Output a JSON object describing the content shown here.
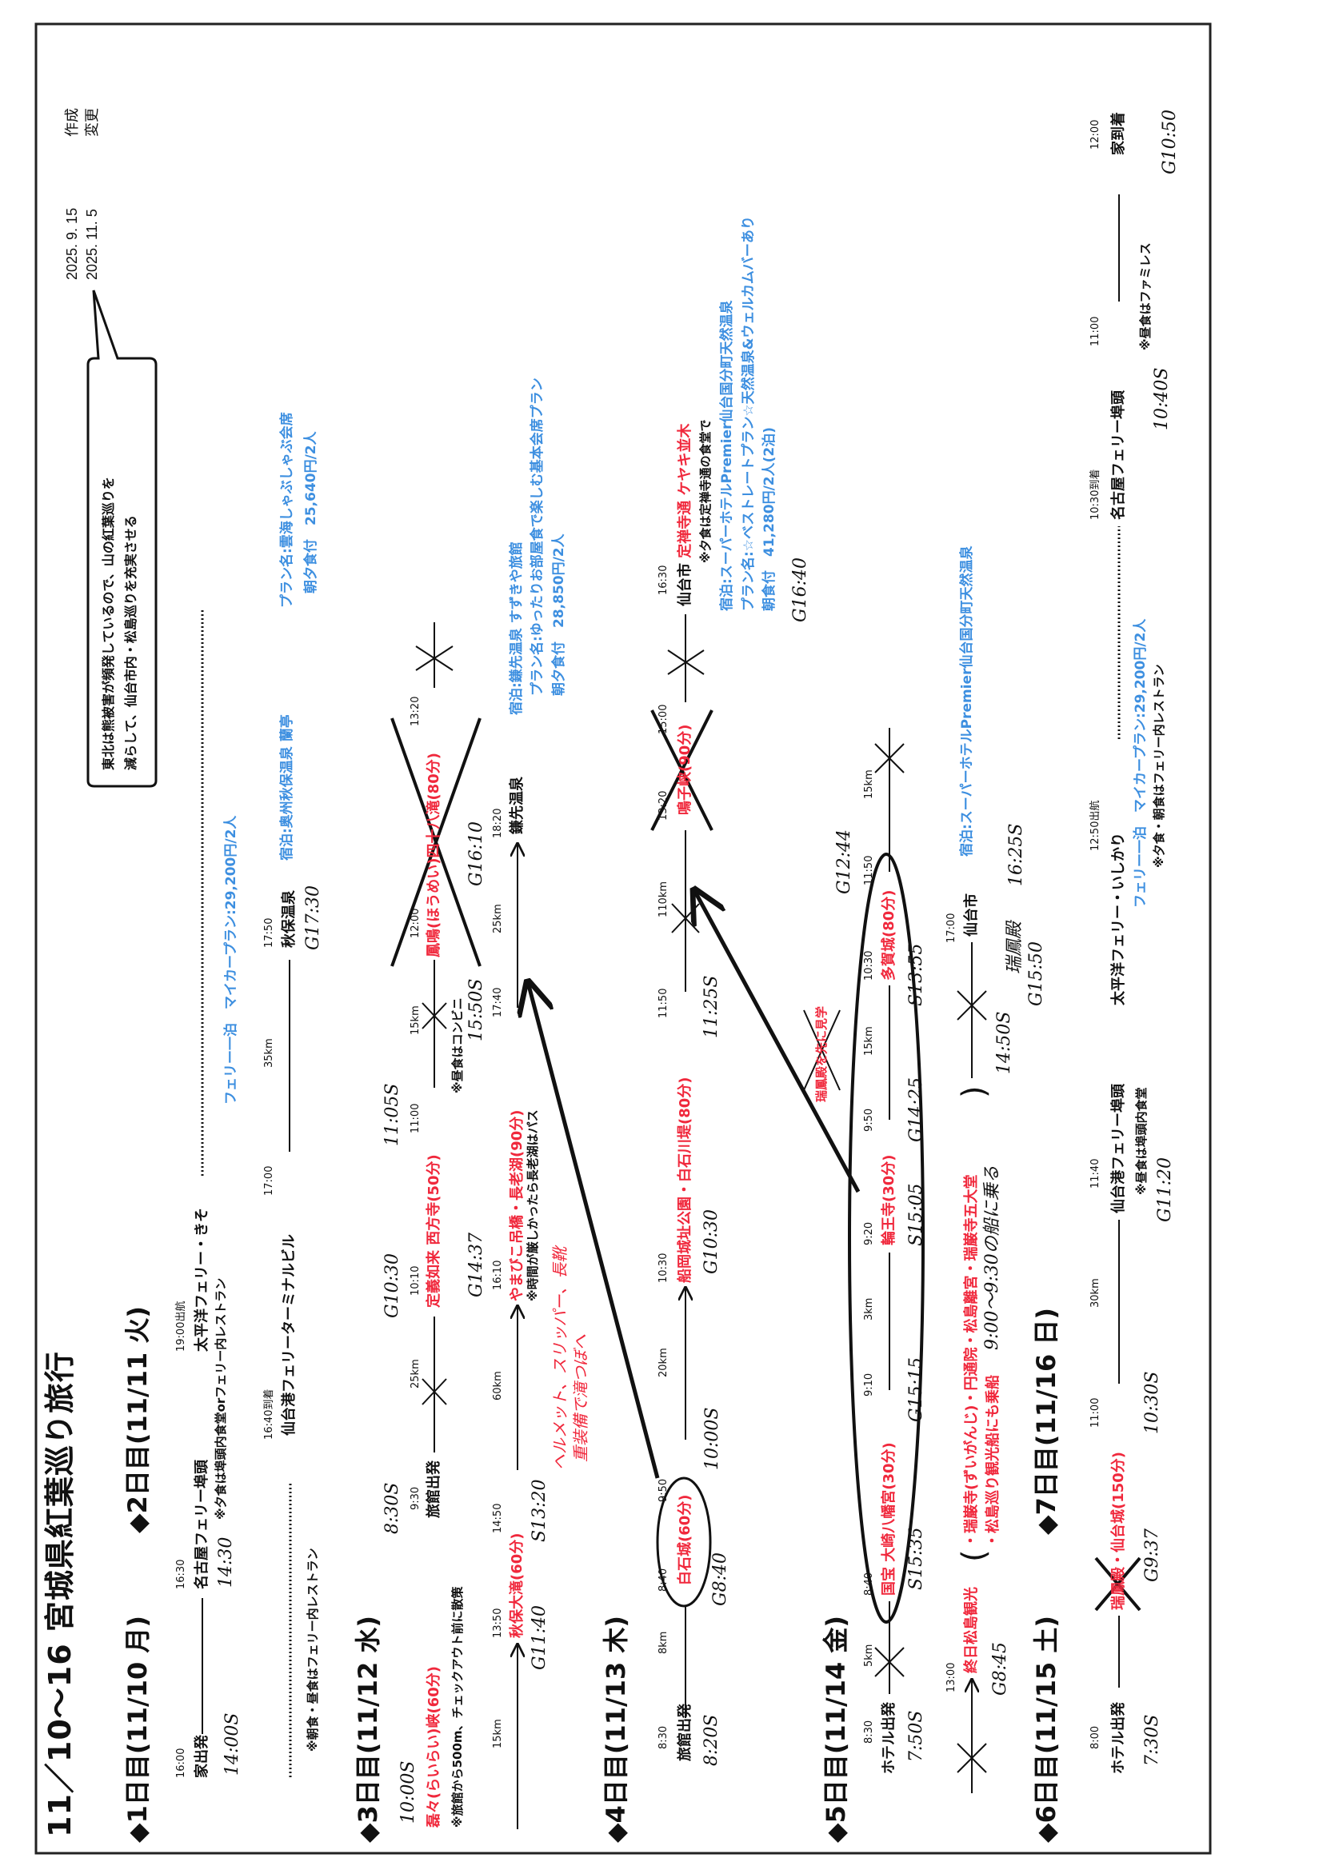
{
  "header": {
    "title": "11／10〜16 宮城県紅葉巡り旅行",
    "created_date": "2025. 9. 15",
    "created_label": "作成",
    "changed_date": "2025. 11. 5",
    "changed_label": "変更",
    "callout_lines": [
      "東北は熊被害が頻発しているので、山の紅葉巡りを",
      "減らして、仙台市内・松島巡りを充実させる"
    ]
  },
  "day1": {
    "title": "◆1日目(11/10 月)",
    "depart_time": "16:00",
    "depart_place": "家出発",
    "depart_hand": "14:00S",
    "port_time": "16:30",
    "port": "名古屋フェリー埠頭",
    "port_hand": "14:30",
    "dinner_note": "※夕食は埠頭内食堂orフェリー内レストラン",
    "sail_time": "19:00出航",
    "ferry": "太平洋フェリー・きそ",
    "ferry_plan": "フェリー一泊　マイカープラン:29,200円/2人"
  },
  "day2": {
    "title": "◆2日目(11/11 火)",
    "meal_note": "※朝食・昼食はフェリー内レストラン",
    "arrive_time": "16:40到着",
    "arrive_place": "仙台港フェリーターミナルビル",
    "leave_time": "17:00",
    "distance": "35km",
    "onsen_time": "17:50",
    "onsen": "秋保温泉",
    "onsen_hand": "G17:30",
    "stay": "宿泊:奥州秋保温泉 蘭亭",
    "plan": "プラン名:雲海しゃぶしゃぶ会席",
    "price": "朝夕食付　25,640円/2人"
  },
  "day3": {
    "title": "◆3日目(11/12 水)",
    "s1_hand": "10:00S",
    "s1": "磊々(らいらい)峡(60分)",
    "s1_note": "※旅館から500m、チェックアウト前に散策",
    "depart_time": "9:30",
    "depart_place": "旅館出発",
    "depart_hand": "8:30S",
    "d1": "25km",
    "s2_time": "10:10",
    "s2": "定義如来 西方寺(50分)",
    "s2_hand": "G10:30",
    "s2_end": "11:00",
    "s2_end_hand": "11:05S",
    "d2": "15km",
    "lunch_note": "※昼食はコンビニ",
    "s3_time": "12:00",
    "s3": "鳳鳴(ほうめい)四十八滝(80分)",
    "s3_end": "13:20",
    "d3": "15km",
    "s4_time": "13:50",
    "s4": "秋保大滝(60分)",
    "s4_hand": "G11:40",
    "s4_end": "14:50",
    "s4_end_hand": "S13:20",
    "s4_red_hand_1": "ヘルメット、スリッパー、長靴",
    "s4_red_hand_2": "重装備で滝つぼへ",
    "d4": "60km",
    "s5_time": "16:10",
    "s5": "やまびこ吊橋・長老湖(90分)",
    "s5_hand": "G14:37",
    "s5_note": "※時間が厳しかったら長老湖はパス",
    "s5_end": "17:40",
    "s5_end_hand": "15:50S",
    "d5": "25km",
    "arrive_time": "18:20",
    "arrive_place": "鎌先温泉",
    "arrive_hand": "G16:10",
    "stay": "宿泊:鎌先温泉 すずきや旅館",
    "plan": "プラン名:ゆったりお部屋食で楽しむ基本会席プラン",
    "price": "朝夕食付　28,850円/2人"
  },
  "day4": {
    "title": "◆4日目(11/13 木)",
    "depart_time": "8:30",
    "depart_place": "旅館出発",
    "depart_hand": "8:20S",
    "d1": "8km",
    "s1_time": "8:40",
    "s1": "白石城(60分)",
    "s1_hand": "G8:40",
    "s1_end": "9:50",
    "s1_end_hand": "10:00S",
    "d2": "20km",
    "s2_time": "10:30",
    "s2": "船岡城址公園・白石川堤(80分)",
    "s2_hand": "G10:30",
    "s2_end": "11:50",
    "s2_end_hand": "11:25S",
    "d3": "110km",
    "s3_time": "13:20",
    "s3": "鳴子峡(90分)",
    "s3_end": "15:00",
    "arrive_time": "16:30",
    "arrive_place": "仙台市",
    "arrive_spot": "定禅寺通 ケヤキ並木",
    "dinner_note": "※夕食は定禅寺通の食堂で",
    "stay": "宿泊:スーパーホテルPremier仙台国分町天然温泉",
    "plan": "プラン名:☆ベストレートプラン☆天然温泉&ウェルカムバーあり",
    "price": "朝食付　41,280円/2人(2泊)",
    "arrive_hand": "G16:40"
  },
  "day5": {
    "title": "◆5日目(11/14 金)",
    "depart_time": "8:30",
    "depart_place": "ホテル出発",
    "depart_hand": "7:50S",
    "d1": "5km",
    "s1_time": "8:40",
    "s1": "国宝 大崎八幡宮(30分)",
    "s1_hand": "S15:35",
    "s1_end": "9:10",
    "s1_end_hand": "G15:15",
    "d2": "3km",
    "s2_time": "9:20",
    "s2": "輪王寺(30分)",
    "s2_hand": "S15:05",
    "s2_end": "9:50",
    "s2_end_hand": "G14:25",
    "d3": "15km",
    "s3_time": "10:30",
    "s3": "多賀城(80分)",
    "s3_hand": "S13:55",
    "s3_end": "11:50",
    "s3_end_hand": "G12:44",
    "d4": "15km",
    "struck_note": "瑞鳳殿を先に見学"
  },
  "day6": {
    "title": "◆6日目(11/15 土)",
    "s1_time": "13:00",
    "s1": "終日松島観光",
    "s1_hand": "G8:45",
    "spots": "・瑞巌寺(ずいがんじ)・円通院・松島離宮・瑞巌寺五大堂",
    "cruise": "・松島巡り観光船にも乗船",
    "cruise_hand": "9:00〜9:30の船に乗る",
    "paren_open": "(",
    "paren_close": ")",
    "leave_hand": "14:50S",
    "zuihoden_hand": "瑞鳳殿",
    "zuihoden_g": "G15:50",
    "zuihoden_s": "16:25S",
    "arrive_time": "17:00",
    "arrive_place": "仙台市",
    "stay": "宿泊:スーパーホテルPremier仙台国分町天然温泉"
  },
  "day7": {
    "title": "◆7日目(11/16 日)",
    "depart_time": "8:00",
    "depart_place": "ホテル出発",
    "depart_hand": "7:30S",
    "s1_struck": "瑞鳳殿",
    "s1": "・仙台城(150分)",
    "s1_hand": "G9:37",
    "s1_end": "11:00",
    "s1_end_hand": "10:30S",
    "d1": "30km",
    "port_time": "11:40",
    "port": "仙台港フェリー埠頭",
    "lunch_note": "※昼食は埠頭内食堂",
    "port_hand": "G11:20",
    "sail_time": "12:50出航",
    "ferry": "太平洋フェリー・いしかり",
    "ferry_plan": "フェリー一泊　マイカープラン:29,200円/2人",
    "meal_note": "※夕食・朝食はフェリー内レストラン",
    "arrive_time": "10:30到着",
    "arrive_port": "名古屋フェリー埠頭",
    "leave_time": "11:00",
    "home_time": "12:00",
    "home": "家到着",
    "lunch2_note": "※昼食はファミレス",
    "leave_hand": "10:40S",
    "home_hand": "G10:50"
  },
  "colors": {
    "red": "#f0283c",
    "blue": "#3d8fe0",
    "ink": "#111111"
  }
}
